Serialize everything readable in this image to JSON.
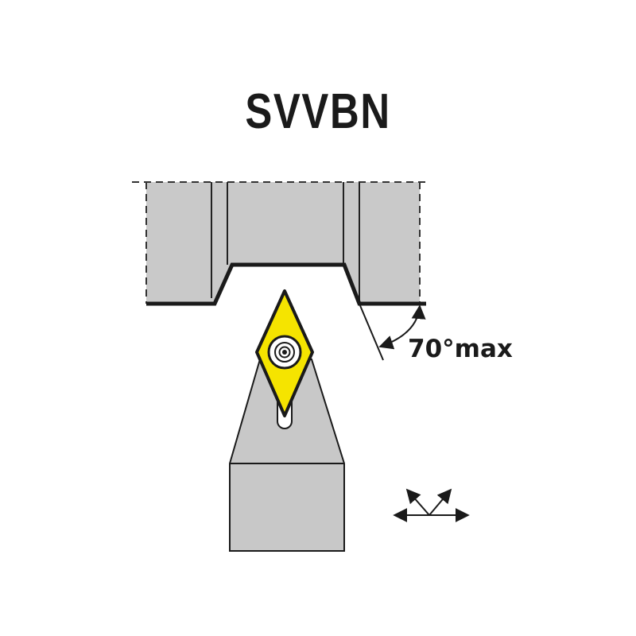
{
  "diagram": {
    "title": "SVVBN",
    "angle_label": "70°max",
    "colors": {
      "holder_gray": "#c8c8c8",
      "workpiece_gray": "#c9c9c9",
      "insert_yellow": "#f5e400",
      "outline": "#1a1a1a"
    },
    "icons": {
      "insert": "rhombic-35deg-insert",
      "screw": "clamping-screw-icon",
      "feed": "feed-direction-arrows-icon"
    }
  }
}
